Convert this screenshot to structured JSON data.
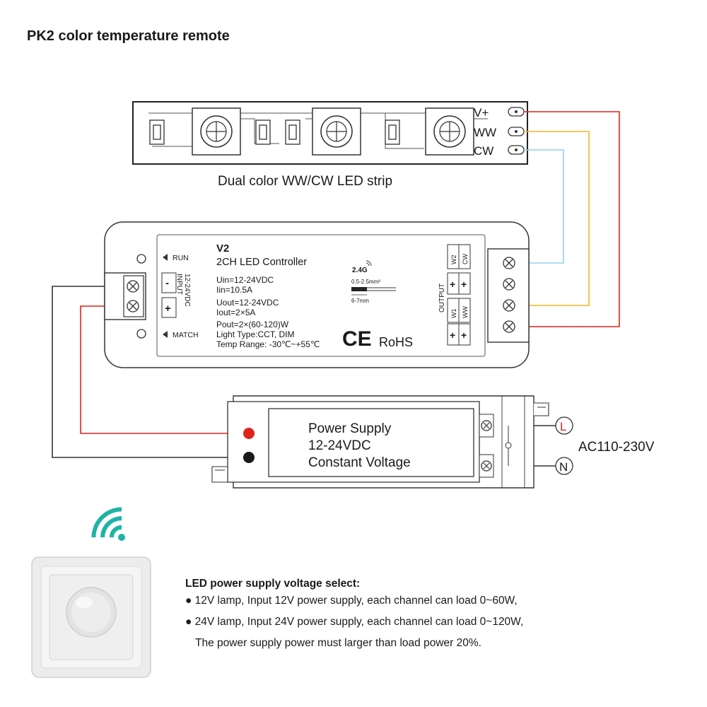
{
  "title": "PK2 color temperature remote",
  "led_strip": {
    "caption": "Dual color WW/CW LED strip",
    "terminals": [
      "V+",
      "WW",
      "CW"
    ]
  },
  "controller": {
    "model": "V2",
    "name": "2CH LED Controller",
    "run_label": "RUN",
    "match_label": "MATCH",
    "input_label": "INPUT",
    "input_voltage": "12-24VDC",
    "input_minus": "-",
    "input_plus": "+",
    "specs": [
      "Uin=12-24VDC",
      "Iin=10.5A",
      "Uout=12-24VDC",
      "Iout=2×5A",
      "Pout=2×(60-120)W",
      "Light Type:CCT, DIM",
      "Temp Range: -30℃~+55℃"
    ],
    "wireless": "2.4G",
    "wire_gauge": "0.5-2.5mm²",
    "strip_length": "6-7mm",
    "ce_mark": "CE",
    "rohs": "RoHS",
    "output_label": "OUTPUT",
    "output_channels": [
      "W2",
      "CW",
      "W1",
      "WW"
    ],
    "plus": "+"
  },
  "power_supply": {
    "lines": [
      "Power Supply",
      "12-24VDC",
      "Constant Voltage"
    ],
    "ac_label": "AC110-230V",
    "live": "L",
    "neutral": "N"
  },
  "colors": {
    "red_wire": "#e0231c",
    "yellow_wire": "#f0b62a",
    "blue_wire": "#8fd0ec",
    "wifi_teal": "#1fb3a6"
  },
  "notes": {
    "heading": "LED power supply voltage select:",
    "items": [
      "● 12V lamp, Input 12V power supply, each channel can load 0~60W,",
      "● 24V lamp, Input 24V power supply, each channel can load 0~120W,"
    ],
    "continuation": "The power supply power must larger than load power 20%."
  }
}
